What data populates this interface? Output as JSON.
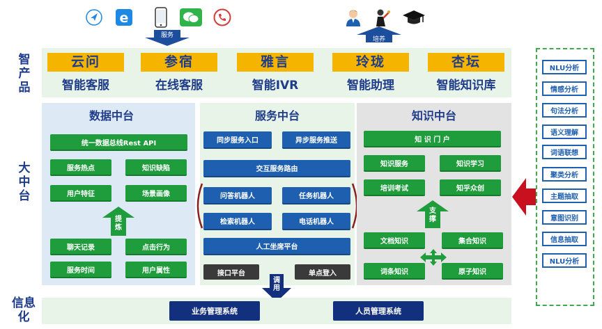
{
  "top": {
    "left_icons": [
      "app-icon",
      "ie-browser-icon",
      "phone-icon",
      "wechat-icon",
      "call-icon"
    ],
    "service_arrow_label": "服务",
    "right_icons": [
      "user-icon",
      "worker-icon",
      "graduation-cap-icon"
    ],
    "train_arrow_label": "培养"
  },
  "row_labels": {
    "smart_product": "智\n产\n品",
    "middle_platform": "大\n中\n台",
    "informatization": "信息\n化"
  },
  "products": [
    {
      "name": "云问",
      "sub": "智能客服"
    },
    {
      "name": "参宿",
      "sub": "在线客服"
    },
    {
      "name": "雅言",
      "sub": "智能IVR"
    },
    {
      "name": "玲珑",
      "sub": "智能助理"
    },
    {
      "name": "杏坛",
      "sub": "智能知识库"
    }
  ],
  "data_center": {
    "title": "数据中台",
    "bus": "统一数据总线Rest API",
    "items": [
      "服务热点",
      "知识缺陷",
      "用户特征",
      "场景画像",
      "聊天记录",
      "点击行为",
      "服务时间",
      "用户属性"
    ],
    "refine_label": "提\n炼"
  },
  "service_center": {
    "title": "服务中台",
    "sync_entry": "同步服务入口",
    "async_push": "异步服务推送",
    "interaction_routing": "交互服务路由",
    "bots": [
      "问答机器人",
      "任务机器人",
      "检索机器人",
      "电话机器人"
    ],
    "agent_platform": "人工坐席平台",
    "interface_platform": "接口平台",
    "sso": "单点登入",
    "call_arrow_label": "调\n用"
  },
  "knowledge_center": {
    "title": "知识中台",
    "portal": "知 识 门 户",
    "items_top": [
      "知识服务",
      "知识学习",
      "培训考试",
      "知乎众创"
    ],
    "support_label": "支\n撑",
    "items_bottom": [
      "文档知识",
      "集合知识",
      "词条知识",
      "原子知识"
    ]
  },
  "nlu_list": [
    "NLU分析",
    "情感分析",
    "句法分析",
    "语义理解",
    "词语联想",
    "聚类分析",
    "主题抽取",
    "意图识别",
    "信息抽取",
    "NLU分析"
  ],
  "info_systems": [
    "业务管理系统",
    "人员管理系统"
  ],
  "colors": {
    "navy": "#1f3c8a",
    "green": "#1f9c3c",
    "blue": "#1e5fb0",
    "gold": "#f5b400",
    "red_arrow": "#c8101e"
  }
}
